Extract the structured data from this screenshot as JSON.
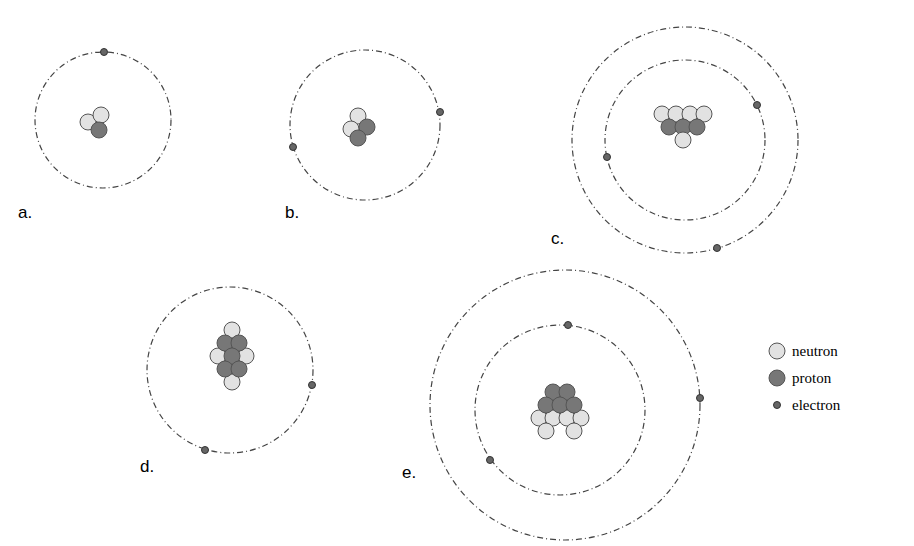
{
  "diagram": {
    "labels": [
      "a.",
      "b.",
      "c.",
      "d.",
      "e."
    ],
    "legend": [
      {
        "text": "neutron"
      },
      {
        "text": "proton"
      },
      {
        "text": "electron"
      }
    ]
  }
}
